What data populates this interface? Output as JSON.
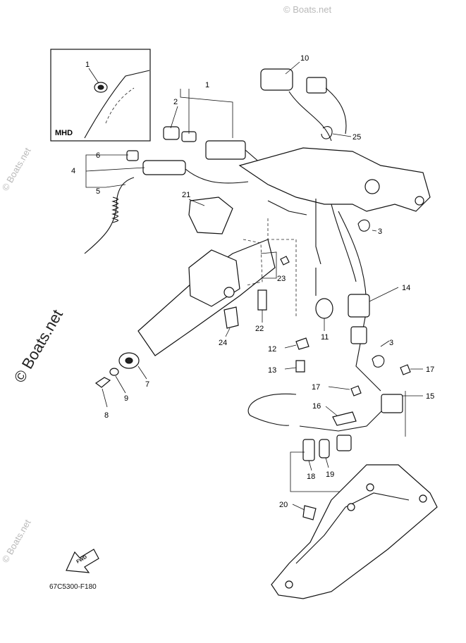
{
  "inset_label": "MHD",
  "drawing_code": "67C5300-F180",
  "fwd_label": "FWD",
  "watermarks": {
    "side": "© Boats.net",
    "corner_top": "© Boats.net",
    "corner_bottom": "© Boats.net"
  },
  "callouts": [
    "1",
    "2",
    "3",
    "4",
    "5",
    "6",
    "7",
    "8",
    "9",
    "10",
    "11",
    "12",
    "13",
    "14",
    "15",
    "16",
    "17",
    "18",
    "19",
    "20",
    "21",
    "22",
    "23",
    "24",
    "25"
  ],
  "callout_3b": "3",
  "callout_17b": "17",
  "callout_1_inset": "1",
  "icons": {
    "fwd_arrow": "fwd-arrow-icon"
  },
  "colors": {
    "line": "#111111",
    "watermark": "#b9b9b9",
    "background": "#ffffff"
  }
}
